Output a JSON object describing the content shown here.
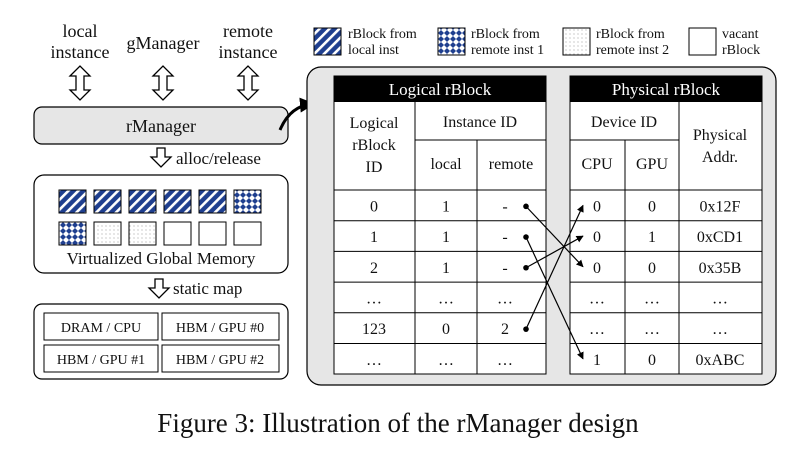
{
  "top_labels": {
    "local_line1": "local",
    "local_line2": "instance",
    "gmanager": "gManager",
    "remote_line1": "remote",
    "remote_line2": "instance"
  },
  "legend": [
    {
      "line1": "rBlock from",
      "line2": "local inst"
    },
    {
      "line1": "rBlock from",
      "line2": "remote inst 1"
    },
    {
      "line1": "rBlock from",
      "line2": "remote inst 2"
    },
    {
      "line1": "vacant",
      "line2": "rBlock"
    }
  ],
  "rmanager_label": "rManager",
  "alloc_label": "alloc/release",
  "memory_label": "Virtualized Global Memory",
  "static_label": "static map",
  "devices": [
    "DRAM / CPU",
    "HBM / GPU #0",
    "HBM / GPU #1",
    "HBM / GPU #2"
  ],
  "block_grid": {
    "row1": [
      "local",
      "local",
      "local",
      "local",
      "local",
      "remote1"
    ],
    "row2": [
      "remote1",
      "remote2",
      "remote2",
      "vacant",
      "vacant",
      "vacant"
    ]
  },
  "logical_table": {
    "title": "Logical rBlock",
    "col_id_line1": "Logical",
    "col_id_line2": "rBlock",
    "col_id_line3": "ID",
    "instance_header": "Instance ID",
    "col_local": "local",
    "col_remote": "remote",
    "rows": [
      {
        "id": "0",
        "local": "1",
        "remote": "-"
      },
      {
        "id": "1",
        "local": "1",
        "remote": "-"
      },
      {
        "id": "2",
        "local": "1",
        "remote": "-"
      },
      {
        "id": "…",
        "local": "…",
        "remote": "…"
      },
      {
        "id": "123",
        "local": "0",
        "remote": "2"
      },
      {
        "id": "…",
        "local": "…",
        "remote": "…"
      }
    ]
  },
  "physical_table": {
    "title": "Physical rBlock",
    "device_header": "Device ID",
    "col_cpu": "CPU",
    "col_gpu": "GPU",
    "addr_line1": "Physical",
    "addr_line2": "Addr.",
    "rows": [
      {
        "cpu": "0",
        "gpu": "0",
        "addr": "0x12F"
      },
      {
        "cpu": "0",
        "gpu": "1",
        "addr": "0xCD1"
      },
      {
        "cpu": "0",
        "gpu": "0",
        "addr": "0x35B"
      },
      {
        "cpu": "…",
        "gpu": "…",
        "addr": "…"
      },
      {
        "cpu": "…",
        "gpu": "…",
        "addr": "…"
      },
      {
        "cpu": "1",
        "gpu": "0",
        "addr": "0xABC"
      }
    ]
  },
  "mapping": [
    {
      "from_row": 0,
      "to_row": 2
    },
    {
      "from_row": 1,
      "to_row": 5
    },
    {
      "from_row": 2,
      "to_row": 1
    },
    {
      "from_row": 4,
      "to_row": 0
    }
  ],
  "caption": "Figure 3: Illustration of the rManager design"
}
